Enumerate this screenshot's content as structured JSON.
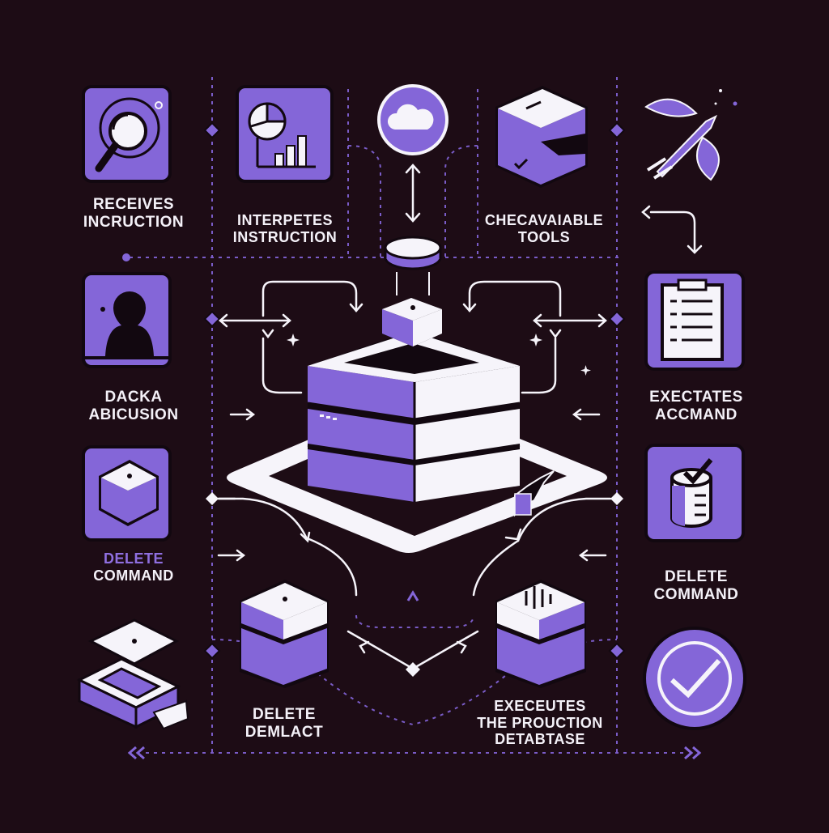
{
  "colors": {
    "background": "#1d0c15",
    "accent": "#8466d8",
    "accent_dark": "#6a4fbf",
    "outline": "#120810",
    "white": "#f6f4fa"
  },
  "icons": [
    "magnifier-icon",
    "chart-icon",
    "cloud-icon",
    "box-icon",
    "tool-icon",
    "person-icon",
    "clipboard-icon",
    "cube-icon",
    "database-check-icon",
    "open-box-icon",
    "check-circle-icon",
    "server-stack-icon"
  ],
  "labels": {
    "receives_instruction": {
      "line1": "Receives",
      "line2": "incruction"
    },
    "interprets_instruction": {
      "line1": "Interpetes",
      "line2": "instruction"
    },
    "check_tools": {
      "line1": "Checavaiable",
      "line2": "tools"
    },
    "dacka_abicusion": {
      "line1": "Dacka",
      "line2": "abicusion"
    },
    "executes_command": {
      "line1": "Exectates",
      "line2": "accmand"
    },
    "delete_command_left": {
      "line1": "Delete",
      "line2": "command"
    },
    "delete_command_right": {
      "line1": "Delete",
      "line2": "command"
    },
    "delete_demlact": {
      "line1": "Delete",
      "line2": "Demlact"
    },
    "executes_production": {
      "line1": "Execeutes",
      "line2": "the prouction",
      "line3": "detabtase"
    }
  }
}
